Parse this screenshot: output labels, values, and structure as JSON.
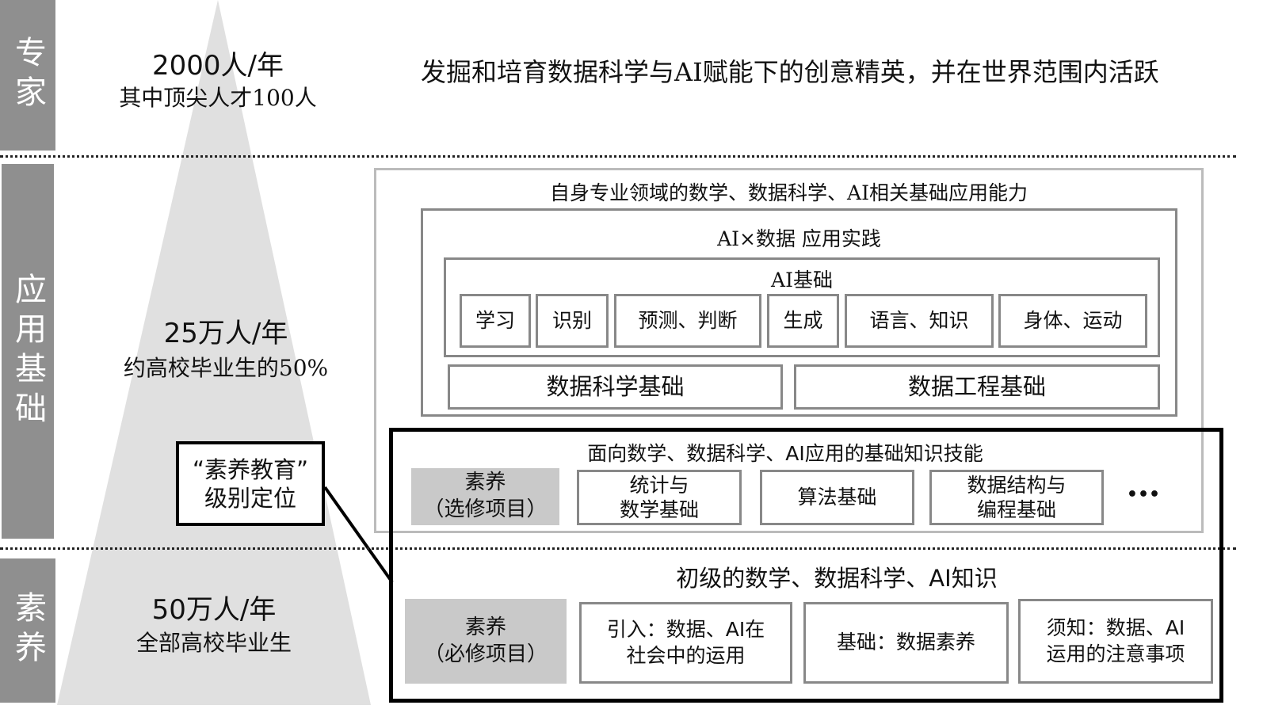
{
  "levels": {
    "expert": {
      "label": "专家",
      "count": "2000人/年",
      "note": "其中顶尖人才100人",
      "description": "发掘和培育数据科学与AI赋能下的创意精英，并在世界范围内活跃"
    },
    "applied": {
      "label": "应用基础",
      "count": "25万人/年",
      "note": "约高校毕业生的50%"
    },
    "literacy": {
      "label": "素养",
      "count": "50万人/年",
      "note": "全部高校毕业生"
    }
  },
  "callout": {
    "line1": "“素养教育”",
    "line2": "级别定位"
  },
  "applied_area": {
    "title": "自身专业领域的数学、数据科学、AI相关基础应用能力",
    "practice": "AI×数据 应用实践",
    "ai_basics": {
      "title": "AI基础",
      "items": [
        "学习",
        "识别",
        "预测、判断",
        "生成",
        "语言、知识",
        "身体、运动"
      ]
    },
    "foundations": [
      "数据科学基础",
      "数据工程基础"
    ]
  },
  "elective": {
    "title": "面向数学、数据科学、AI应用的基础知识技能",
    "tag": "素养\n（选修项目）",
    "items": [
      "统计与\n数学基础",
      "算法基础",
      "数据结构与\n编程基础"
    ],
    "more": "•••"
  },
  "required": {
    "title": "初级的数学、数据科学、AI知识",
    "tag": "素养\n（必修项目）",
    "items": [
      "引入：数据、AI在\n社会中的运用",
      "基础：数据素养",
      "须知：数据、AI\n运用的注意事项"
    ]
  }
}
